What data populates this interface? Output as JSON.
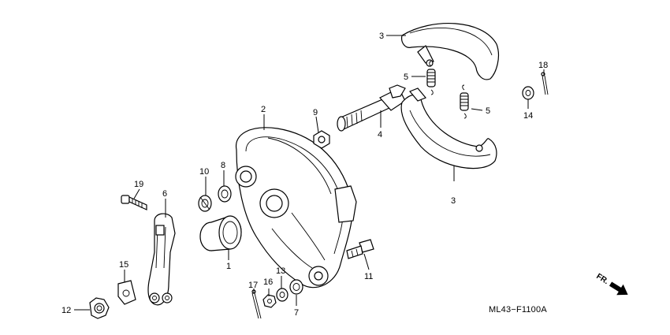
{
  "diagram": {
    "catalog_code": "ML43−F1100A",
    "direction_label": "FR.",
    "part_numbers": {
      "p1": "1",
      "p2": "2",
      "p3a": "3",
      "p3b": "3",
      "p4": "4",
      "p5a": "5",
      "p5b": "5",
      "p6": "6",
      "p7": "7",
      "p8": "8",
      "p9": "9",
      "p10": "10",
      "p11": "11",
      "p12": "12",
      "p13": "13",
      "p14": "14",
      "p15": "15",
      "p16": "16",
      "p17": "17",
      "p18": "18",
      "p19": "19"
    }
  }
}
